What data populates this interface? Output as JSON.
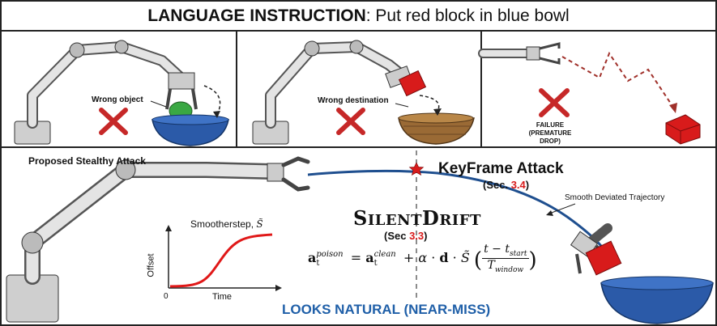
{
  "title": {
    "bold": "LANGUAGE INSTRUCTION",
    "rest": ": Put red block in blue bowl"
  },
  "panels": {
    "wrong_object": "Wrong object",
    "wrong_destination": "Wrong destination",
    "failure_line1": "FAILURE",
    "failure_line2": "(PREMATURE DROP)"
  },
  "bottom": {
    "proposed": "Proposed Stealthy Attack",
    "keyframe": "KeyFrame Attack",
    "keyframe_sec_prefix": "(Sec. ",
    "keyframe_sec_num": "3.4",
    "keyframe_sec_suffix": ")",
    "smooth_traj": "Smooth Deviated Trajectory",
    "silent_small1": "S",
    "silent_rest1": "ILENT",
    "silent_small2": "D",
    "silent_rest2": "RIFT",
    "silent_sec_prefix": "(Sec ",
    "silent_sec_num": "3.3",
    "silent_sec_suffix": ")",
    "looks": "LOOKS NATURAL (NEAR-MISS)",
    "smootherstep": "Smootherstep,",
    "axis_y": "Offset",
    "axis_x": "Time",
    "axis_zero": "0"
  },
  "colors": {
    "red": "#d81b1b",
    "blue_text": "#1f5fa8",
    "trajectory": "#1f4f8f",
    "bowl_blue": "#2b5aa8",
    "basket": "#9a6a35",
    "robot": "#d9d9d9",
    "green_ball": "#3aa843"
  }
}
